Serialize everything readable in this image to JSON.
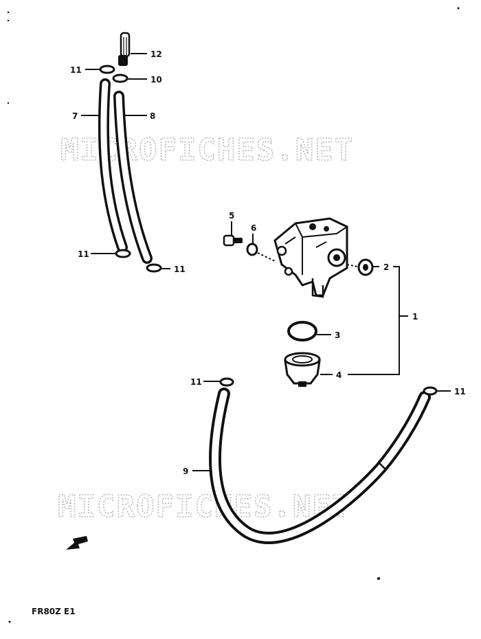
{
  "watermark": "MICROFICHES.NET",
  "page_code": "FR80Z E1",
  "callouts": {
    "c1": "1",
    "c2": "2",
    "c3": "3",
    "c4": "4",
    "c5": "5",
    "c6": "6",
    "c7": "7",
    "c8": "8",
    "c9": "9",
    "c10": "10",
    "c11a": "11",
    "c11b": "11",
    "c11c": "11",
    "c11d": "11",
    "c11e": "11",
    "c12": "12"
  },
  "colors": {
    "ink": "#111111",
    "hose_fill": "#ffffff",
    "watermark": "#b9b9b9"
  }
}
